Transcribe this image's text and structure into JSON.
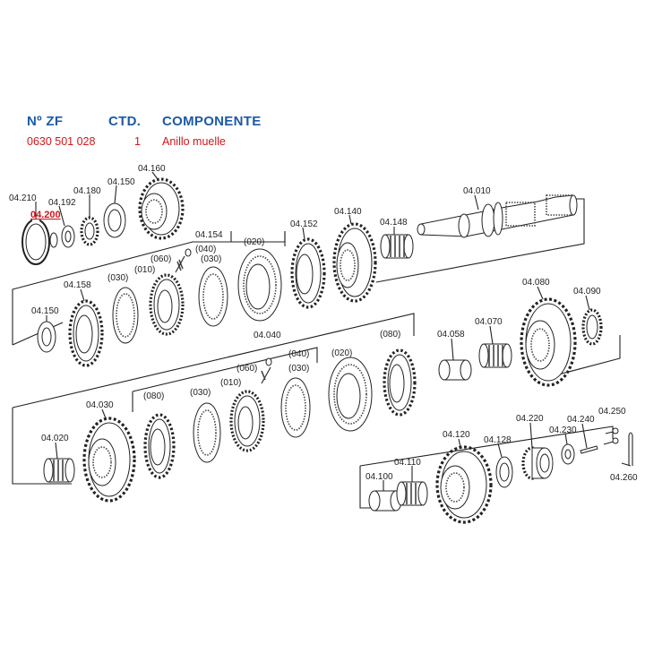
{
  "header": {
    "col_nr": "Nº ZF",
    "col_qty": "CTD.",
    "col_component": "COMPONENTE"
  },
  "selection": {
    "nr": "0630 501 028",
    "qty": "1",
    "component": "Anillo muelle"
  },
  "colors": {
    "header_blue": "#1d5aa6",
    "highlight_red": "#d0161a"
  },
  "callouts": {
    "p04_010": "04.010",
    "p04_020": "04.020",
    "p04_030": "04.030",
    "p04_040": "04.040",
    "p04_058": "04.058",
    "p04_070": "04.070",
    "p04_080": "04.080",
    "p04_090": "04.090",
    "p04_100": "04.100",
    "p04_110": "04.110",
    "p04_120": "04.120",
    "p04_128": "04.128",
    "p04_140": "04.140",
    "p04_148": "04.148",
    "p04_150_top": "04.150",
    "p04_150_left": "04.150",
    "p04_152": "04.152",
    "p04_154": "04.154",
    "p04_158": "04.158",
    "p04_160": "04.160",
    "p04_180": "04.180",
    "p04_192": "04.192",
    "p04_200": "04.200",
    "p04_210": "04.210",
    "p04_220": "04.220",
    "p04_230": "04.230",
    "p04_240": "04.240",
    "p04_250": "04.250",
    "p04_260": "04.260",
    "s1_020": "(020)",
    "s1_030a": "(030)",
    "s1_030b": "(030)",
    "s1_040": "(040)",
    "s1_060": "(060)",
    "s1_010": "(010)",
    "s2_020": "(020)",
    "s2_030a": "(030)",
    "s2_030b": "(030)",
    "s2_040": "(040)",
    "s2_060": "(060)",
    "s2_010": "(010)",
    "s2_080a": "(080)",
    "s2_080b": "(080)"
  }
}
